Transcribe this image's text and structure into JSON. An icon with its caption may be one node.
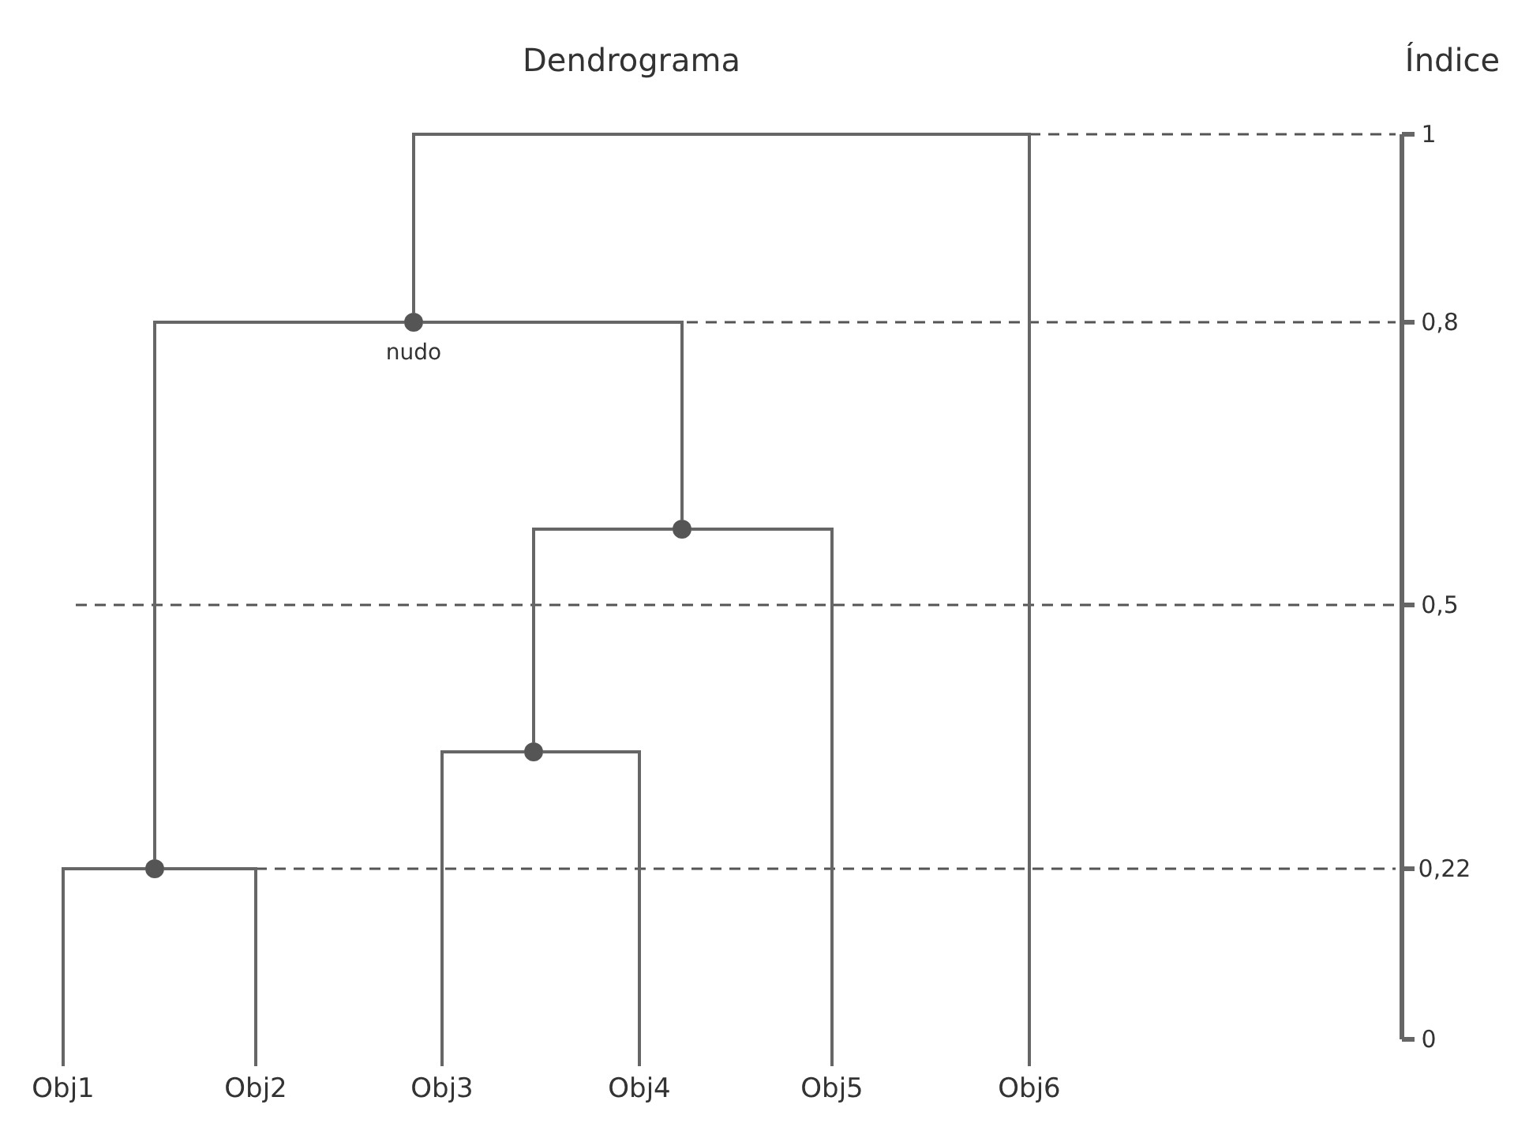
{
  "diagram": {
    "title": "Dendrograma",
    "nodes": [
      {
        "text": [
          "Obj1"
        ]
      },
      {
        "text": [
          "Obj2"
        ]
      },
      {
        "text": [
          "Obj3"
        ]
      },
      {
        "text": [
          "Obj4"
        ]
      },
      {
        "text": [
          "Obj5"
        ]
      },
      {
        "text": [
          "Obj6"
        ]
      },
      {
        "text": [],
        "shape": "circle"
      },
      {
        "text": [],
        "shape": "circle"
      },
      {
        "text": [],
        "shape": "circle"
      },
      {
        "text": [],
        "shape": "circle",
        "beside": [
          "nudo"
        ]
      }
    ],
    "edges": [
      {
        "from": 0,
        "to": 6,
        "arrow": "none"
      },
      {
        "from": 1,
        "to": 6,
        "arrow": "none"
      },
      {
        "from": 2,
        "to": 7,
        "arrow": "none"
      },
      {
        "from": 3,
        "to": 7,
        "arrow": "none"
      },
      {
        "from": 7,
        "to": 8,
        "arrow": "none"
      },
      {
        "from": 4,
        "to": 8,
        "arrow": "none"
      },
      {
        "from": 6,
        "to": 9,
        "arrow": "none"
      },
      {
        "from": 8,
        "to": 9,
        "arrow": "none"
      },
      {
        "from": 9,
        "to": 5,
        "arrow": "none"
      }
    ],
    "labels": [
      "Índice",
      "1",
      "0,8",
      "0,5",
      "0,22",
      "0"
    ]
  }
}
